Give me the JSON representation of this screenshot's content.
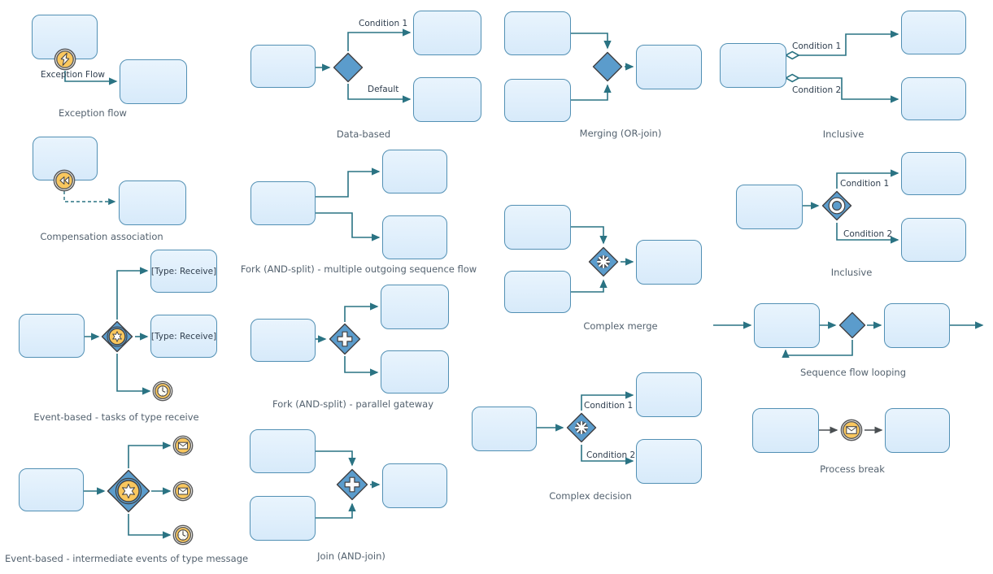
{
  "colors": {
    "task_fill": "#ddeefb",
    "task_border": "#5290b4",
    "gateway_fill": "#5b9ccc",
    "gateway_border": "#414042",
    "event_fill": "#f9c75e",
    "event_ring": "#58595b",
    "connector": "#2a7383",
    "connector_gray": "#4a4f52",
    "label_text": "#2f3e4e",
    "caption_text": "#54626f"
  },
  "diagrams": {
    "exception_flow": {
      "caption": "Exception flow",
      "flow_label": "Exception Flow"
    },
    "compensation_association": {
      "caption": "Compensation association"
    },
    "event_based_tasks": {
      "caption": "Event-based - tasks of type receive",
      "task_top_label": "[Type: Receive]",
      "task_middle_label": "[Type: Receive]"
    },
    "event_based_messages": {
      "caption": "Event-based - intermediate events of type message"
    },
    "data_based": {
      "caption": "Data-based",
      "top_label": "Condition 1",
      "bottom_label": "Default"
    },
    "fork_multiple": {
      "caption": "Fork (AND-split) - multiple outgoing sequence flow"
    },
    "fork_parallel": {
      "caption": "Fork (AND-split) - parallel gateway"
    },
    "join_and": {
      "caption": "Join (AND-join)"
    },
    "merging_or": {
      "caption": "Merging (OR-join)"
    },
    "complex_merge": {
      "caption": "Complex merge"
    },
    "complex_decision": {
      "caption": "Complex decision",
      "top_label": "Condition 1",
      "bottom_label": "Condition 2"
    },
    "inclusive_conditional": {
      "caption": "Inclusive",
      "top_label": "Condition 1",
      "bottom_label": "Condition 2"
    },
    "inclusive_gateway": {
      "caption": "Inclusive",
      "top_label": "Condition 1",
      "bottom_label": "Condition 2"
    },
    "sequence_looping": {
      "caption": "Sequence flow looping"
    },
    "process_break": {
      "caption": "Process break"
    }
  }
}
